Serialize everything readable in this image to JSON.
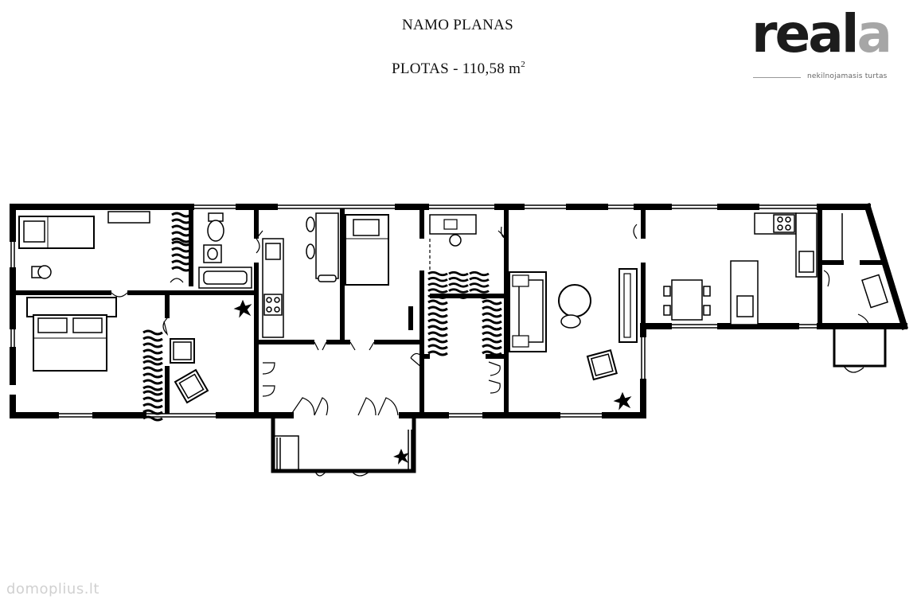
{
  "header": {
    "title": "NAMO PLANAS",
    "area_label": "PLOTAS - 110,58 m",
    "area_unit_exp": "2"
  },
  "logo": {
    "word_main": "real",
    "word_accent": "a",
    "tagline": "nekilnojamasis turtas"
  },
  "watermark": "domoplius.lt",
  "colors": {
    "wall": "#000000",
    "logo_dark": "#1c1c1c",
    "logo_accent": "#a6a6a6"
  },
  "icons": [
    "bed-icon",
    "wardrobe-icon",
    "toilet-icon",
    "sink-icon",
    "bathtub-icon",
    "plant-icon",
    "armchair-icon",
    "stove-icon",
    "dining-table-icon",
    "desk-icon",
    "sofa-icon",
    "tv-icon",
    "door-icon"
  ]
}
